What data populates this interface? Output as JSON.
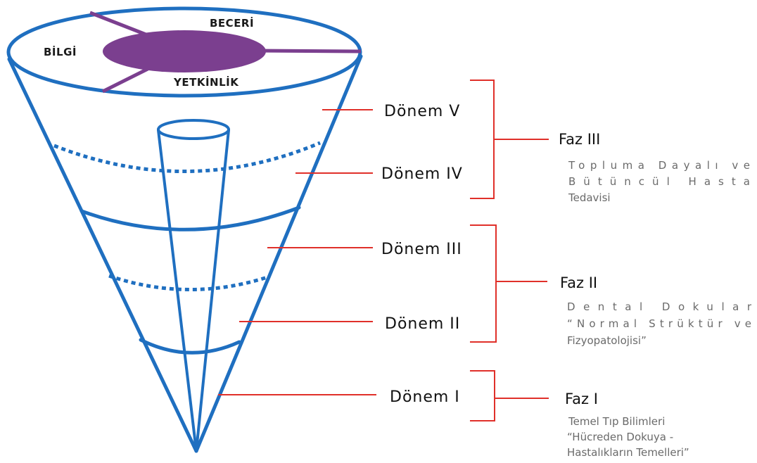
{
  "cone": {
    "top_labels": {
      "left": "BİLGİ",
      "top": "BECERİ",
      "bottom": "YETKİNLİK"
    },
    "colors": {
      "cone": "#1f6fc0",
      "center_disc": "#7b3f8f",
      "bracket": "#e0302a"
    }
  },
  "donemler": [
    "Dönem V",
    "Dönem IV",
    "Dönem III",
    "Dönem II",
    "Dönem I"
  ],
  "fazlar": [
    {
      "label": "Faz III",
      "desc_lines": [
        "Topluma Dayalı ve",
        "Bütüncül Hasta",
        "Tedavisi"
      ]
    },
    {
      "label": "Faz II",
      "desc_lines": [
        "Dental Dokular",
        "“Normal Strüktür ve",
        "Fizyopatolojisi”"
      ]
    },
    {
      "label": "Faz I",
      "desc_lines": [
        "Temel Tıp Bilimleri",
        "“Hücreden Dokuya -",
        "Hastalıkların Temelleri”"
      ]
    }
  ]
}
